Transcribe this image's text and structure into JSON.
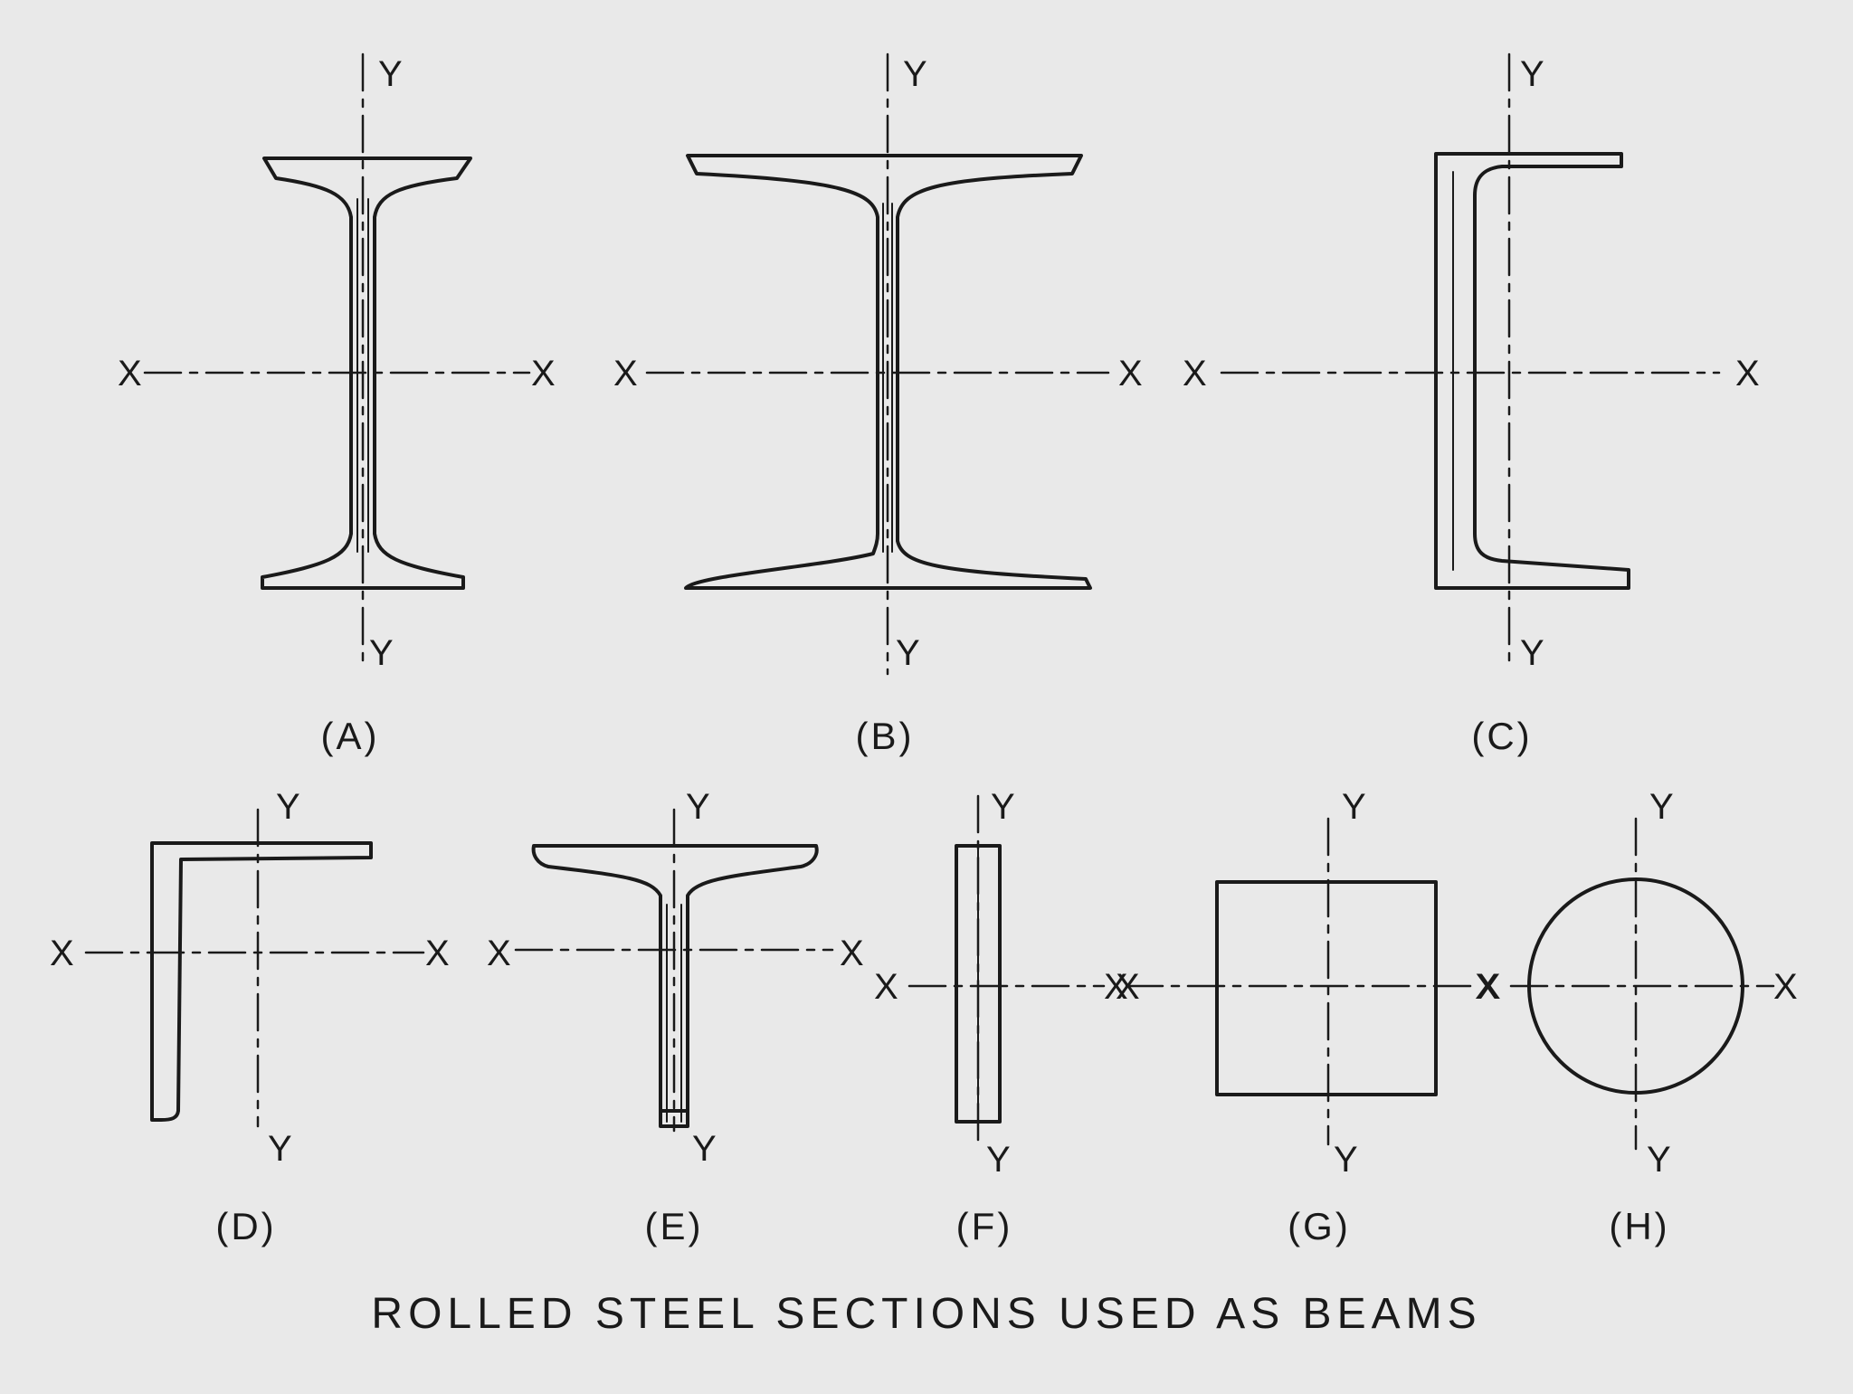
{
  "caption": "ROLLED STEEL SECTIONS USED AS BEAMS",
  "axis_labels": {
    "x": "X",
    "y": "Y"
  },
  "sections": [
    {
      "id": "A",
      "label": "(A)"
    },
    {
      "id": "B",
      "label": "(B)"
    },
    {
      "id": "C",
      "label": "(C)"
    },
    {
      "id": "D",
      "label": "(D)"
    },
    {
      "id": "E",
      "label": "(E)"
    },
    {
      "id": "F",
      "label": "(F)"
    },
    {
      "id": "G",
      "label": "(G)"
    },
    {
      "id": "H",
      "label": "(H)"
    }
  ],
  "colors": {
    "ink": "#1a1a1a",
    "paper": "#e9e9e9"
  }
}
